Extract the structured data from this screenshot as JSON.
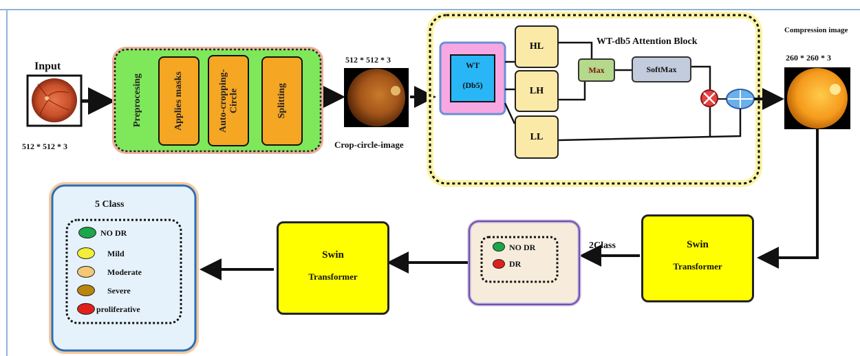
{
  "input": {
    "title": "Input",
    "size": "512 * 512 * 3"
  },
  "preprocess": {
    "label": "Preprocesing",
    "steps": [
      "Applies masks",
      "Auto-cropping-Circle",
      "Splitting"
    ]
  },
  "crop": {
    "size": "512 * 512 * 3",
    "label": "Crop-circle-image"
  },
  "attention": {
    "title": "WT-db5 Attention Block",
    "wt_line1": "WT",
    "wt_line2": "(Db5)",
    "bands": [
      "HL",
      "LH",
      "LL"
    ],
    "max": "Max",
    "softmax": "SoftMax"
  },
  "compression": {
    "label": "Compression image",
    "size": "260 * 260 * 3"
  },
  "swin_right": {
    "line1": "Swin",
    "line2": "Transformer"
  },
  "two_class": {
    "label": "2Class",
    "items": [
      {
        "name": "NO DR",
        "color": "#1aa64a"
      },
      {
        "name": "DR",
        "color": "#e0201c"
      }
    ]
  },
  "swin_left": {
    "line1": "Swin",
    "line2": "Transformer"
  },
  "five_class": {
    "title": "5 Class",
    "items": [
      {
        "name": "NO DR",
        "color": "#1aa64a"
      },
      {
        "name": "Mild",
        "color": "#f2ee3a"
      },
      {
        "name": "Moderate",
        "color": "#f4c776"
      },
      {
        "name": "Severe",
        "color": "#b8860b"
      },
      {
        "name": "proliferative",
        "color": "#e0201c"
      }
    ]
  }
}
